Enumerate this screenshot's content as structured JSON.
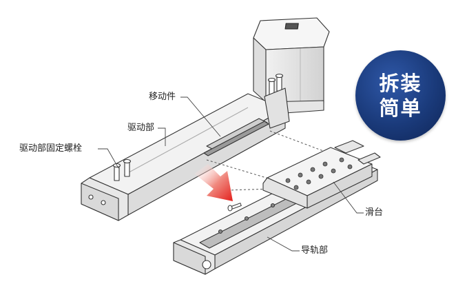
{
  "badge": {
    "line1": "拆装",
    "line2": "简单",
    "color": "#1a3a7a"
  },
  "labels": {
    "moving_part": "移动件",
    "drive_unit": "驱动部",
    "drive_unit_fixing_screw": "驱动部固定螺栓",
    "slide_table": "滑台",
    "guide_rail": "导轨部"
  },
  "colors": {
    "arrow": "#e3211d",
    "body": "#e6e6e6",
    "outline": "#333333"
  }
}
